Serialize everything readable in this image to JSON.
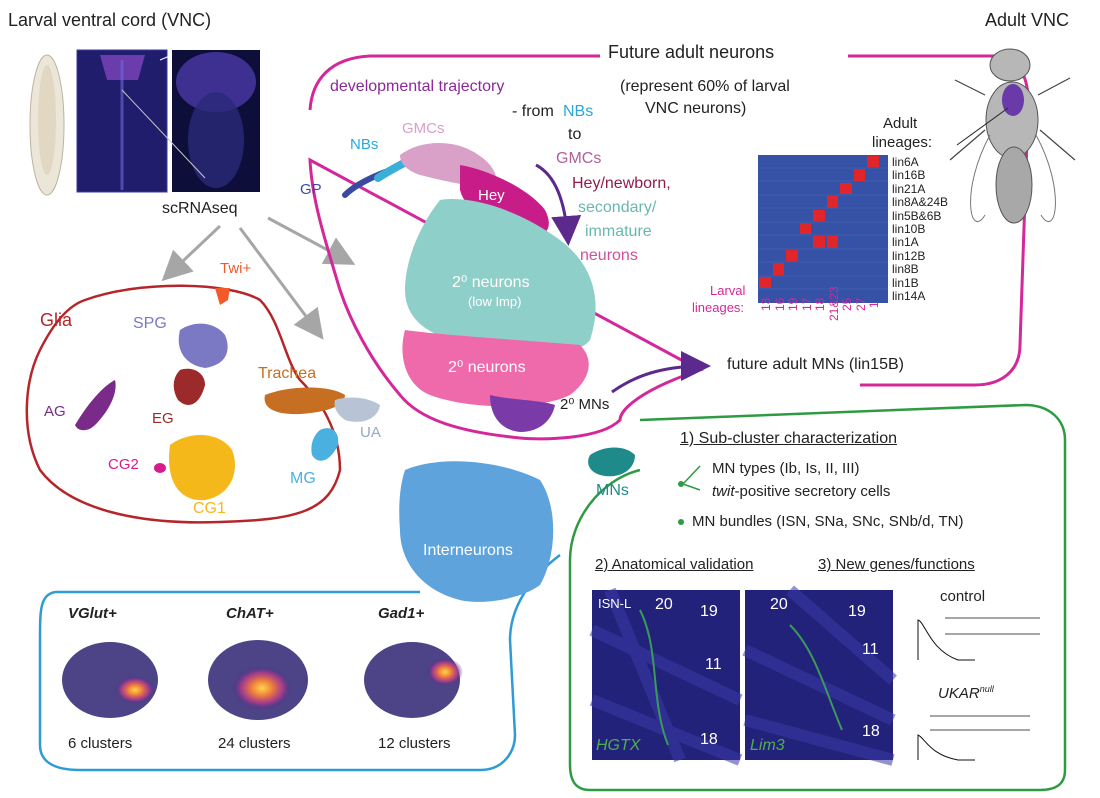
{
  "colors": {
    "magenta_outline": "#d4279a",
    "glia_outline": "#b5262b",
    "interneuron_outline": "#2e9bd6",
    "green_outline": "#2e9b43",
    "purple_text": "#8a2a98",
    "cyan_text": "#2aa8d8",
    "teal_text": "#6ab8ad",
    "pink_text": "#d1509a",
    "dark_red": "#8f1c4b"
  },
  "headings": {
    "larval_vnc": "Larval ventral cord (VNC)",
    "adult_vnc": "Adult VNC",
    "future_adult": "Future adult neurons",
    "future_adult_note_1": "(represent 60% of larval",
    "future_adult_note_2": "VNC neurons)"
  },
  "scrnaseq": "scRNAseq",
  "trajectory": {
    "line1": "developmental trajectory",
    "from": "- from",
    "nbs": "NBs",
    "to": "to",
    "gmcs": "GMCs",
    "hey_newborn": "Hey/newborn,",
    "secondary": "secondary/",
    "immature": "immature",
    "neurons": "neurons"
  },
  "clusters": {
    "gp": "GP",
    "nbs": "NBs",
    "gmcs": "GMCs",
    "hey": "Hey",
    "secondary_low_imp": "2⁰ neurons",
    "low_imp": "(low Imp)",
    "secondary_neurons": "2⁰ neurons",
    "secondary_mns": "2⁰ MNs",
    "mns": "MNs",
    "twi": "Twi+",
    "spg": "SPG",
    "glia": "Glia",
    "eg": "EG",
    "ag": "AG",
    "cg2": "CG2",
    "cg1": "CG1",
    "trachea": "Trachea",
    "ua": "UA",
    "mg": "MG",
    "interneurons": "Interneurons"
  },
  "future_mns": "future adult MNs (lin15B)",
  "lineage_matrix": {
    "adult_title_1": "Adult",
    "adult_title_2": "lineages:",
    "larval_title_1": "Larval",
    "larval_title_2": "lineages:",
    "adult_lineages": [
      "lin6A",
      "lin16B",
      "lin21A",
      "lin8A&24B",
      "lin5B&6B",
      "lin10B",
      "lin1A",
      "lin12B",
      "lin8B",
      "lin1B",
      "lin14A"
    ],
    "larval_lineages": [
      "13",
      "16",
      "19",
      "17",
      "18",
      "21&23",
      "25",
      "27",
      "1"
    ],
    "matches": [
      [
        0,
        8
      ],
      [
        1,
        7
      ],
      [
        2,
        6
      ],
      [
        3,
        5
      ],
      [
        4,
        4
      ],
      [
        5,
        3
      ],
      [
        6,
        4
      ],
      [
        6,
        5
      ],
      [
        7,
        2
      ],
      [
        8,
        1
      ],
      [
        9,
        0
      ]
    ]
  },
  "interneuron_panels": [
    {
      "gene": "VGlut+",
      "clusters": "6 clusters"
    },
    {
      "gene": "ChAT+",
      "clusters": "24 clusters"
    },
    {
      "gene": "Gad1+",
      "clusters": "12 clusters"
    }
  ],
  "mn_box": {
    "section1": "1) Sub-cluster characterization",
    "mn_types": "MN types (Ib, Is, II, III)",
    "twit": "twit",
    "twit_rest": "-positive secretory cells",
    "bundles": "MN bundles (ISN, SNa, SNc, SNb/d, TN)",
    "section2": "2) Anatomical validation",
    "section3": "3) New genes/functions",
    "isn_l": "ISN-L",
    "n20a": "20",
    "n19a": "19",
    "n11a": "11",
    "n18a": "18",
    "n20b": "20",
    "n19b": "19",
    "n11b": "11",
    "n18b": "18",
    "hgtx": "HGTX",
    "lim3": "Lim3",
    "control": "control",
    "ukar": "UKAR",
    "ukar_sup": "null"
  }
}
